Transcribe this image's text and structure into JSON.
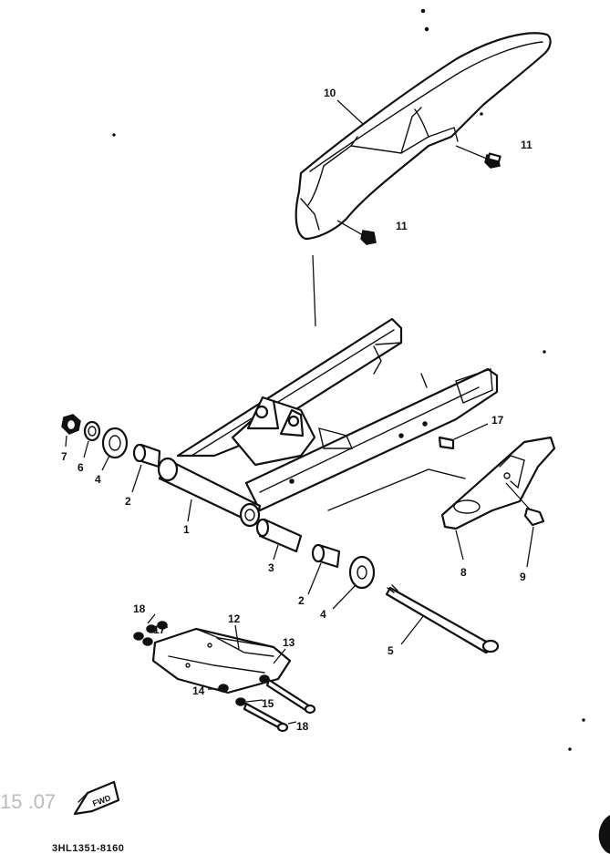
{
  "catalog_code": "3HL1351-8160",
  "page_stamp": "15 .07",
  "fwd_label": "FWD",
  "callouts": [
    {
      "id": "c10",
      "label": "10"
    },
    {
      "id": "c11a",
      "label": "11"
    },
    {
      "id": "c11b",
      "label": "11"
    },
    {
      "id": "c17",
      "label": "17"
    },
    {
      "id": "c7",
      "label": "7"
    },
    {
      "id": "c6",
      "label": "6"
    },
    {
      "id": "c4a",
      "label": "4"
    },
    {
      "id": "c2a",
      "label": "2"
    },
    {
      "id": "c1",
      "label": "1"
    },
    {
      "id": "c3",
      "label": "3"
    },
    {
      "id": "c2b",
      "label": "2"
    },
    {
      "id": "c4b",
      "label": "4"
    },
    {
      "id": "c8",
      "label": "8"
    },
    {
      "id": "c9",
      "label": "9"
    },
    {
      "id": "c5",
      "label": "5"
    },
    {
      "id": "c18a",
      "label": "18"
    },
    {
      "id": "c17b",
      "label": "17"
    },
    {
      "id": "c12",
      "label": "12"
    },
    {
      "id": "c13",
      "label": "13"
    },
    {
      "id": "c14",
      "label": "14"
    },
    {
      "id": "c15",
      "label": "15"
    },
    {
      "id": "c18b",
      "label": "18"
    }
  ]
}
